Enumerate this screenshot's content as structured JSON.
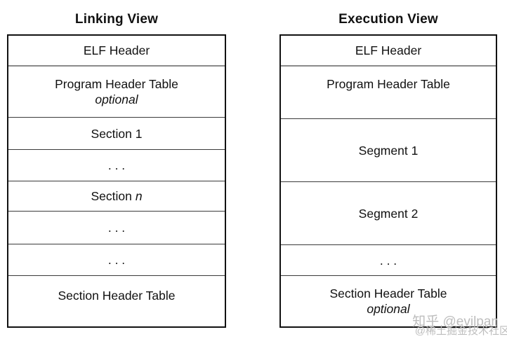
{
  "colors": {
    "bg": "#ffffff",
    "ink": "#111111",
    "border": "#111111",
    "divider": "#3a3a3a",
    "divider_soft": "#8a8a8a",
    "watermark": "#bdbdbd"
  },
  "diagram": {
    "left": {
      "title": "Linking View",
      "rows": {
        "elf_header": "ELF Header",
        "program_header_table": "Program Header Table",
        "program_header_table_note": "optional",
        "section_1": "Section 1",
        "dots_1": ". . .",
        "section_n_prefix": "Section",
        "section_n_suffix": "n",
        "dots_2": ". . .",
        "dots_3": ". . .",
        "section_header_table": "Section Header Table"
      }
    },
    "right": {
      "title": "Execution View",
      "rows": {
        "elf_header": "ELF Header",
        "program_header_table": "Program Header Table",
        "segment_1": "Segment 1",
        "segment_2": "Segment 2",
        "dots_1": ". . .",
        "section_header_table": "Section Header Table",
        "section_header_table_note": "optional"
      }
    }
  },
  "watermark": {
    "line1": "知乎 @evilpan",
    "line2": "@稀土掘金技术社区"
  }
}
